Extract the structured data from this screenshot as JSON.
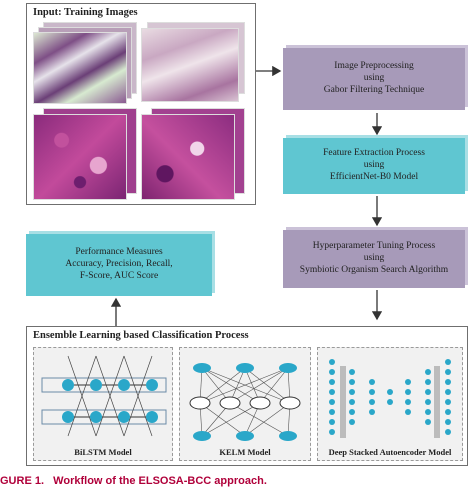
{
  "input_panel": {
    "title": "Input: Training Images"
  },
  "boxes": {
    "preprocessing": [
      "Image Preprocessing",
      "using",
      "Gabor Filtering Technique"
    ],
    "feature_extraction": [
      "Feature Extraction Process",
      "using",
      "EfficientNet-B0 Model"
    ],
    "hyperparameter": [
      "Hyperparameter Tuning Process",
      "using",
      "Symbiotic Organism Search Algorithm"
    ],
    "performance": [
      "Performance Measures",
      "Accuracy, Precision, Recall,",
      "F-Score, AUC Score"
    ]
  },
  "ensemble_panel": {
    "title": "Ensemble Learning based Classification Process",
    "models": [
      "BiLSTM Model",
      "KELM Model",
      "Deep Stacked Autoencoder Model"
    ]
  },
  "caption": "GURE 1.   Workflow of the ELSOSA-BCC approach.",
  "colors": {
    "purple": "#a79ab9",
    "teal": "#5fc6d1",
    "node": "#2aa7c9"
  }
}
